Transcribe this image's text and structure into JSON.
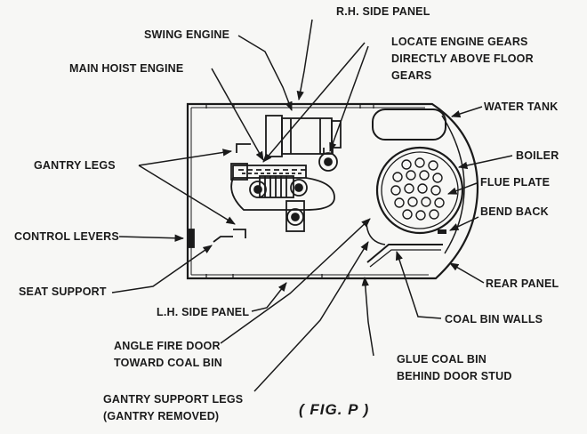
{
  "labels": {
    "rh_side_panel": "R.H. SIDE PANEL",
    "swing_engine": "SWING ENGINE",
    "locate_gears_1": "LOCATE ENGINE GEARS",
    "locate_gears_2": "DIRECTLY ABOVE FLOOR",
    "locate_gears_3": "GEARS",
    "main_hoist": "MAIN HOIST ENGINE",
    "water_tank": "WATER TANK",
    "boiler": "BOILER",
    "gantry_legs": "GANTRY LEGS",
    "flue_plate": "FLUE PLATE",
    "bend_back": "BEND BACK",
    "control_levers": "CONTROL LEVERS",
    "rear_panel": "REAR PANEL",
    "seat_support": "SEAT SUPPORT",
    "lh_side_panel": "L.H. SIDE PANEL",
    "coal_bin_walls": "COAL BIN WALLS",
    "angle_fire_door_1": "ANGLE FIRE DOOR",
    "angle_fire_door_2": "TOWARD COAL BIN",
    "glue_coal_bin_1": "GLUE COAL BIN",
    "glue_coal_bin_2": "BEHIND DOOR STUD",
    "gantry_support_1": "GANTRY SUPPORT LEGS",
    "gantry_support_2": "(GANTRY REMOVED)",
    "caption": "( FIG. P )"
  }
}
